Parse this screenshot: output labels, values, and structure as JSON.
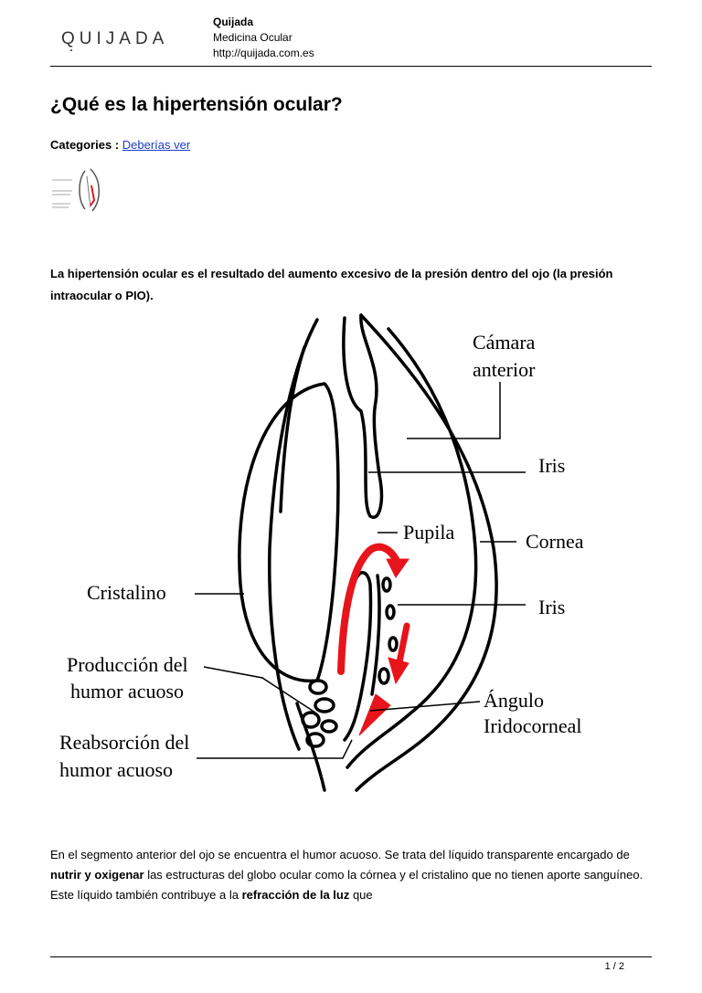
{
  "header": {
    "logo_text": "QUIJADA",
    "brand": "Quijada",
    "subtitle": "Medicina Ocular",
    "url": "http://quijada.com.es"
  },
  "article": {
    "title": "¿Qué es la hipertensión ocular?",
    "categories_label": "Categories :",
    "category_link": "Deberías ver",
    "lead": "La hipertensión ocular es el resultado del aumento excesivo de la presión dentro del ojo (la presión intraocular o PIO).",
    "body_parts": {
      "p1": "En el segmento anterior del ojo se encuentra el humor acuoso. Se trata del líquido transparente encargado de ",
      "b1": "nutrir y oxigenar",
      "p2": " las estructuras del globo ocular como la córnea y el cristalino que no tienen aporte sanguíneo. Este líquido también contribuye a la ",
      "b2": "refracción de la luz",
      "p3": " que"
    }
  },
  "diagram": {
    "labels": {
      "camara_1": "Cámara",
      "camara_2": "anterior",
      "iris_top": "Iris",
      "pupila": "Pupila",
      "cornea": "Cornea",
      "iris_bottom": "Iris",
      "cristalino": "Cristalino",
      "produccion_1": "Producción del",
      "produccion_2": "humor acuoso",
      "angulo_1": "Ángulo",
      "angulo_2": "Iridocorneal",
      "reabsorcion_1": "Reabsorción del",
      "reabsorcion_2": "humor acuoso"
    },
    "arrow_color": "#e8141b"
  },
  "footer": {
    "page_number": "1 / 2"
  }
}
